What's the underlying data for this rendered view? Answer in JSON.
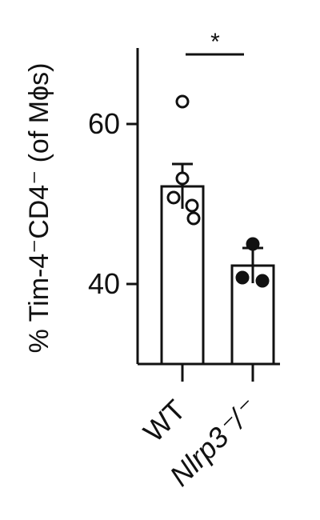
{
  "chart_data": {
    "type": "bar",
    "title": "",
    "xlabel": "",
    "ylabel": "% Tim-4⁻CD4⁻ (of Mϕs)",
    "ylim": [
      30,
      70
    ],
    "yticks": [
      40,
      60
    ],
    "grid": false,
    "legend": "none",
    "categories": [
      "WT",
      "Nlrp3⁻/⁻"
    ],
    "values": [
      52.2,
      42.3
    ],
    "error": [
      2.8,
      2.2
    ],
    "points": [
      [
        62.8,
        53.2,
        50.8,
        49.8,
        48.2
      ],
      [
        45.0,
        40.8,
        40.4
      ]
    ],
    "point_fill": [
      "open",
      "filled"
    ],
    "significance": {
      "between": [
        0,
        1
      ],
      "label": "*"
    },
    "colors": {
      "bar_fill": "#ffffff",
      "stroke": "#111111",
      "filled_point": "#111111"
    }
  }
}
